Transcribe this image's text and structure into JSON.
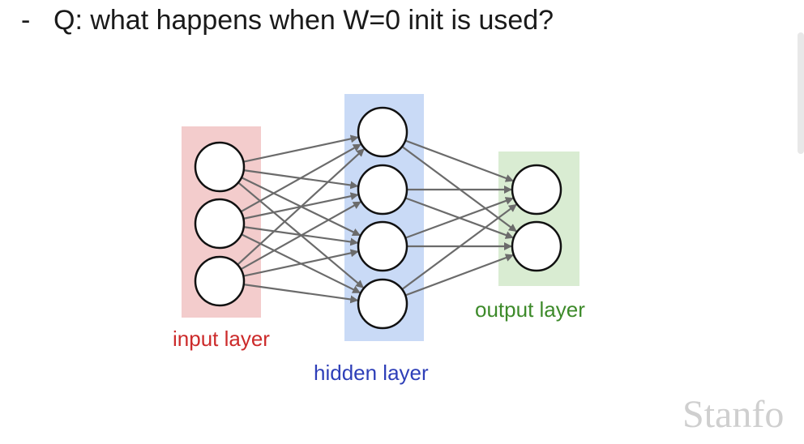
{
  "slide": {
    "bullet_marker": "-",
    "question": "Q: what happens when W=0 init is used?"
  },
  "diagram": {
    "layers": [
      {
        "label": "input layer",
        "neurons": 3,
        "label_color": "#cc2b2b",
        "band_color": "#f3cccc"
      },
      {
        "label": "hidden layer",
        "neurons": 4,
        "label_color": "#2e3fb8",
        "band_color": "#c9daf6"
      },
      {
        "label": "output layer",
        "neurons": 2,
        "label_color": "#3d8a2a",
        "band_color": "#d9ecd2"
      }
    ],
    "edge_color": "#6b6b6b",
    "fully_connected": true
  },
  "watermark": {
    "text": "Stanfo"
  }
}
